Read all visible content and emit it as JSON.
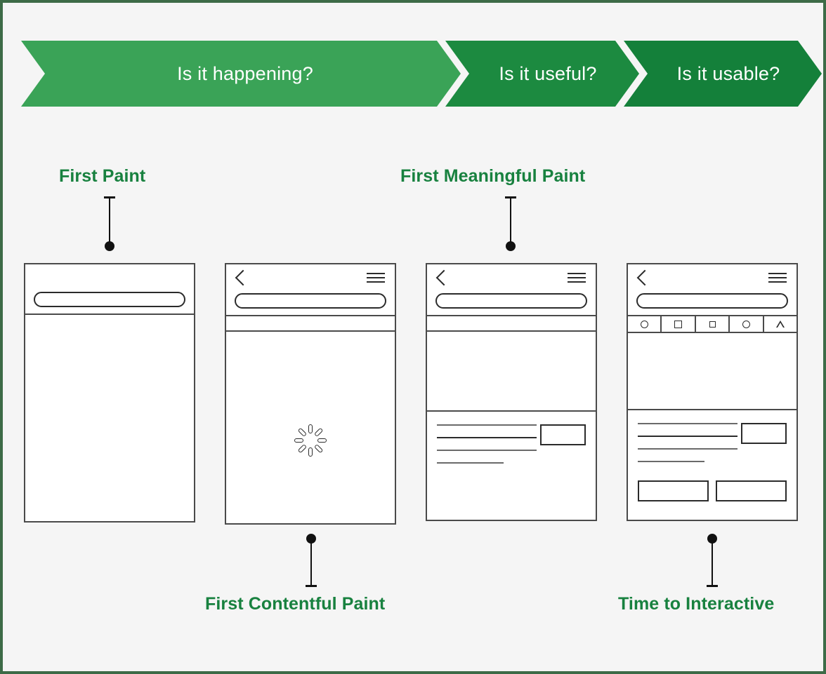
{
  "theme": {
    "page_background": "#f5f5f5",
    "page_border": "#3d6b47",
    "accent_green": "#18813f",
    "chevron_1": "#3aa357",
    "chevron_2": "#1c8a40",
    "chevron_3": "#14803a",
    "wireframe_stroke": "#2b2b2b"
  },
  "banner": {
    "segments": [
      {
        "label": "Is it happening?"
      },
      {
        "label": "Is it useful?"
      },
      {
        "label": "Is it usable?"
      }
    ]
  },
  "metrics": [
    {
      "key": "fp",
      "label": "First Paint",
      "pointer": "down"
    },
    {
      "key": "fmp",
      "label": "First Meaningful Paint",
      "pointer": "down"
    },
    {
      "key": "fcp",
      "label": "First Contentful Paint",
      "pointer": "up"
    },
    {
      "key": "tti",
      "label": "Time to Interactive",
      "pointer": "up"
    }
  ],
  "phones": [
    {
      "key": "phone-1",
      "name": "first-paint-frame",
      "has_back": false,
      "has_menu": false,
      "has_strip": false,
      "has_tabstrip": false,
      "has_spinner": false,
      "has_content": false,
      "has_buttons": false
    },
    {
      "key": "phone-2",
      "name": "first-contentful-paint-frame",
      "has_back": true,
      "has_menu": true,
      "has_strip": true,
      "has_tabstrip": false,
      "has_spinner": true,
      "has_content": false,
      "has_buttons": false
    },
    {
      "key": "phone-3",
      "name": "first-meaningful-paint-frame",
      "has_back": true,
      "has_menu": true,
      "has_strip": true,
      "has_tabstrip": false,
      "has_spinner": false,
      "has_content": true,
      "has_buttons": false
    },
    {
      "key": "phone-4",
      "name": "time-to-interactive-frame",
      "has_back": true,
      "has_menu": true,
      "has_strip": false,
      "has_tabstrip": true,
      "has_spinner": false,
      "has_content": true,
      "has_buttons": true
    }
  ],
  "tabstrip": {
    "items": [
      {
        "icon": "circle-icon"
      },
      {
        "icon": "square-icon"
      },
      {
        "icon": "small-square-icon"
      },
      {
        "icon": "circle-icon"
      },
      {
        "icon": "triangle-icon"
      }
    ]
  },
  "icons": {
    "back": "back-chevron-icon",
    "menu": "hamburger-menu-icon",
    "url": "url-bar-pill",
    "spinner": "loading-spinner-icon"
  }
}
